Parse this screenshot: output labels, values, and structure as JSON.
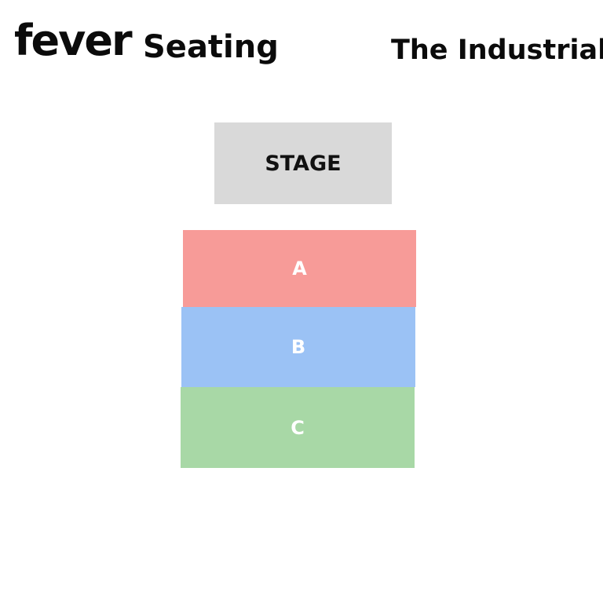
{
  "header": {
    "brand": "fever",
    "section_title": "Seating",
    "venue": "The Industrial"
  },
  "map": {
    "stage": {
      "label": "STAGE",
      "color": "#d9d9d9",
      "text_color": "#111111"
    },
    "zones": [
      {
        "label": "A",
        "color": "#f79b98"
      },
      {
        "label": "B",
        "color": "#9bc2f5"
      },
      {
        "label": "C",
        "color": "#a8d8a6"
      }
    ]
  }
}
